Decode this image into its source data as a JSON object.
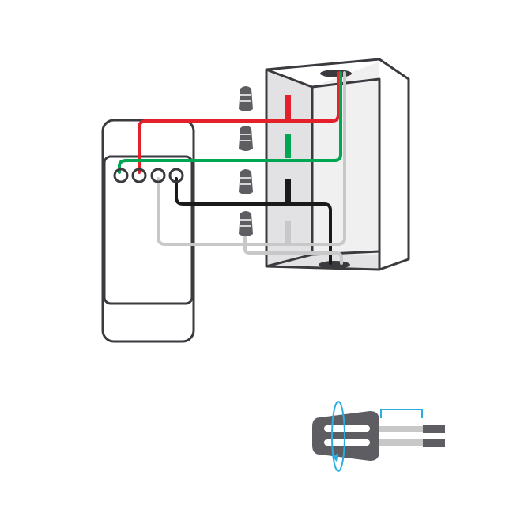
{
  "colors": {
    "outline": "#3a3a3f",
    "box_interior": "#f0f0f1",
    "box_side": "#e2e2e4",
    "hot_wire": "#e4202a",
    "ground_wire": "#00a651",
    "neutral_wire": "#c8c8c8",
    "load_wire": "#1a1a1a",
    "wire_nut": "#5d5d62",
    "twist_arrow": "#29aee4",
    "bracket": "#29aee4"
  },
  "icons": {
    "wall_box": "electrical-box-icon",
    "dimmer": "dimmer-switch-icon",
    "wire_nut": "wire-nut-icon",
    "twist": "twist-arrow-icon"
  },
  "terminals": [
    "ground",
    "hot",
    "neutral",
    "load"
  ],
  "wire_nuts": [
    "hot",
    "ground",
    "load",
    "neutral"
  ]
}
